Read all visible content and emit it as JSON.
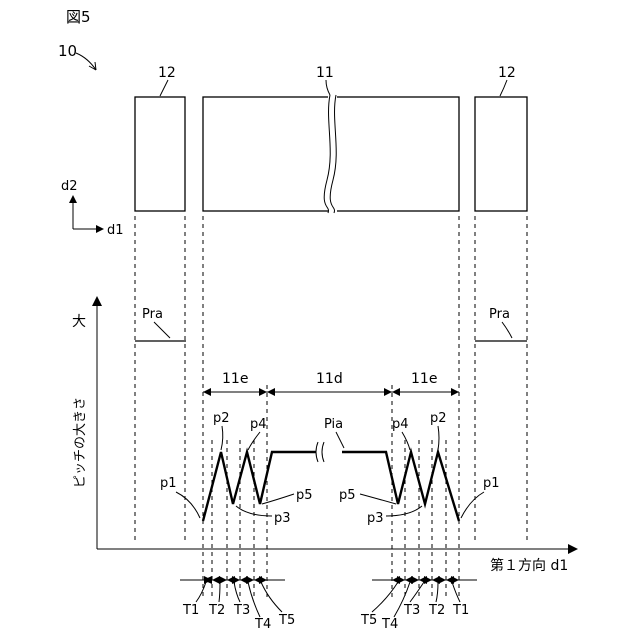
{
  "figure_label": "図5",
  "device_label": "10",
  "blocks": {
    "left": "12",
    "center": "11",
    "right": "12"
  },
  "direction_axes": {
    "vertical": "d2",
    "horizontal": "d1"
  },
  "graph": {
    "y_axis_top": "大",
    "y_axis_label": "ピッチの大きさ",
    "x_axis_label": "第１方向 d1",
    "levels": {
      "left": "Pra",
      "right": "Pra",
      "center": "Pia"
    },
    "regions": {
      "left_edge": "11e",
      "center": "11d",
      "right_edge": "11e"
    },
    "peaks_left": [
      "p1",
      "p2",
      "p3",
      "p4",
      "p5"
    ],
    "peaks_right": [
      "p1",
      "p2",
      "p3",
      "p4",
      "p5"
    ],
    "thicknesses_left": [
      "T1",
      "T2",
      "T3",
      "T4",
      "T5"
    ],
    "thicknesses_right": [
      "T1",
      "T2",
      "T3",
      "T4",
      "T5"
    ]
  }
}
